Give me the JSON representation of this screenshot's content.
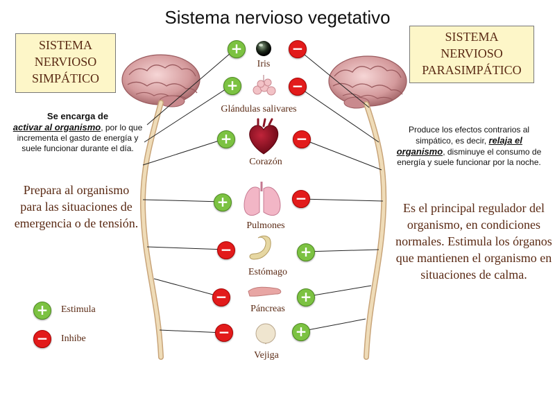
{
  "title": "Sistema nervioso vegetativo",
  "sympathetic": {
    "name": [
      "SISTEMA",
      "NERVIOSO",
      "SIMPÁTICO"
    ],
    "desc_lead": "Se encarga de",
    "desc_emph": "activar al organismo",
    "desc_rest": ", por lo que incrementa el gasto de energía y suele funcionar durante el día.",
    "summary": "Prepara al organismo para las situaciones de emergencia o de tensión."
  },
  "parasympathetic": {
    "name": [
      "SISTEMA",
      "NERVIOSO",
      "PARASIMPÁTICO"
    ],
    "desc_pre": "Produce los efectos contrarios al simpático, es decir,",
    "desc_emph": "relaja el organismo",
    "desc_rest": ", disminuye el consumo de energía y suele funcionar por la noche.",
    "summary": "Es el principal regulador del organismo, en condiciones normales. Estimula los órganos que mantienen el organismo en situaciones de calma."
  },
  "organs": [
    {
      "label": "Iris",
      "icon": "eye-icon",
      "sympathetic": "+",
      "parasympathetic": "−"
    },
    {
      "label": "Glándulas salivares",
      "icon": "salivary-glands-icon",
      "sympathetic": "+",
      "parasympathetic": "−"
    },
    {
      "label": "Corazón",
      "icon": "heart-icon",
      "sympathetic": "+",
      "parasympathetic": "−"
    },
    {
      "label": "Pulmones",
      "icon": "lungs-icon",
      "sympathetic": "+",
      "parasympathetic": "−"
    },
    {
      "label": "Estómago",
      "icon": "stomach-icon",
      "sympathetic": "−",
      "parasympathetic": "+"
    },
    {
      "label": "Páncreas",
      "icon": "pancreas-icon",
      "sympathetic": "−",
      "parasympathetic": "+"
    },
    {
      "label": "Vejiga",
      "icon": "bladder-icon",
      "sympathetic": "−",
      "parasympathetic": "+"
    }
  ],
  "legend": {
    "stimulate_symbol": "+",
    "stimulate": "Estimula",
    "inhibit_symbol": "−",
    "inhibit": "Inhibe"
  },
  "colors": {
    "stimulate": "#7cc242",
    "inhibit": "#e21b1b",
    "text_accent": "#5a2a14",
    "box_fill": "#fdf6c8"
  }
}
